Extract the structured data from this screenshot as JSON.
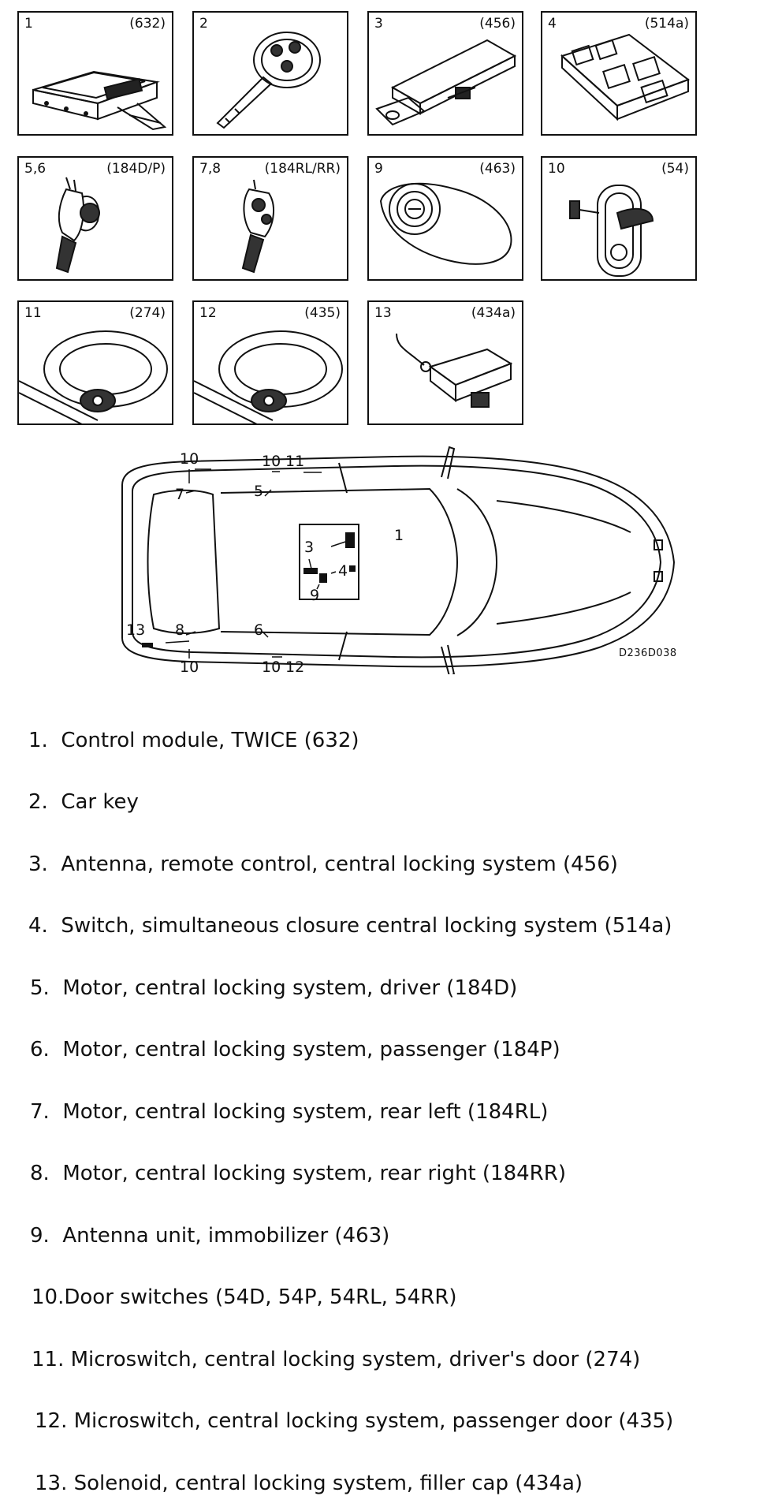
{
  "panels": [
    {
      "num": "1",
      "code": "(632)",
      "icon": "control-module"
    },
    {
      "num": "2",
      "code": "",
      "icon": "car-key"
    },
    {
      "num": "3",
      "code": "(456)",
      "icon": "antenna"
    },
    {
      "num": "4",
      "code": "(514a)",
      "icon": "switch-panel"
    },
    {
      "num": "5,6",
      "code": "(184D/P)",
      "icon": "front-lock-motor"
    },
    {
      "num": "7,8",
      "code": "(184RL/RR)",
      "icon": "rear-lock-motor"
    },
    {
      "num": "9",
      "code": "(463)",
      "icon": "ignition-antenna"
    },
    {
      "num": "10",
      "code": "(54)",
      "icon": "door-switch"
    },
    {
      "num": "11",
      "code": "(274)",
      "icon": "door-handle-microswitch"
    },
    {
      "num": "12",
      "code": "(435)",
      "icon": "door-handle-microswitch"
    },
    {
      "num": "13",
      "code": "(434a)",
      "icon": "solenoid"
    }
  ],
  "car": {
    "callouts": {
      "c10_top_left": "10",
      "c10_top_mid": "10",
      "c11": "11",
      "c7": "7",
      "c5": "5",
      "c1": "1",
      "c3": "3",
      "c4": "4",
      "c9": "9",
      "c13": "13",
      "c8": "8",
      "c6": "6",
      "c10_bot_left": "10",
      "c10_bot_mid": "10",
      "c12": "12"
    },
    "diagram_code": "D236D038"
  },
  "legend": [
    {
      "n": "1.",
      "text": "Control module, TWICE (632)"
    },
    {
      "n": "2.",
      "text": "Car key"
    },
    {
      "n": "3.",
      "text": "Antenna, remote control, central locking system (456)"
    },
    {
      "n": "4.",
      "text": "Switch, simultaneous closure central locking system (514a)"
    },
    {
      "n": "5.",
      "text": "Motor, central locking system, driver (184D)"
    },
    {
      "n": "6.",
      "text": "Motor, central locking system, passenger (184P)"
    },
    {
      "n": "7.",
      "text": "Motor, central locking system, rear left (184RL)"
    },
    {
      "n": "8.",
      "text": "Motor, central locking system, rear right (184RR)"
    },
    {
      "n": "9.",
      "text": "Antenna unit, immobilizer (463)"
    },
    {
      "n": "10.",
      "text": "Door switches (54D, 54P, 54RL, 54RR)"
    },
    {
      "n": "11.",
      "text": "Microswitch, central locking system, driver's door (274)"
    },
    {
      "n": "12.",
      "text": "Microswitch, central locking system, passenger door (435)"
    },
    {
      "n": "13.",
      "text": "Solenoid, central locking system, filler cap (434a)"
    }
  ]
}
